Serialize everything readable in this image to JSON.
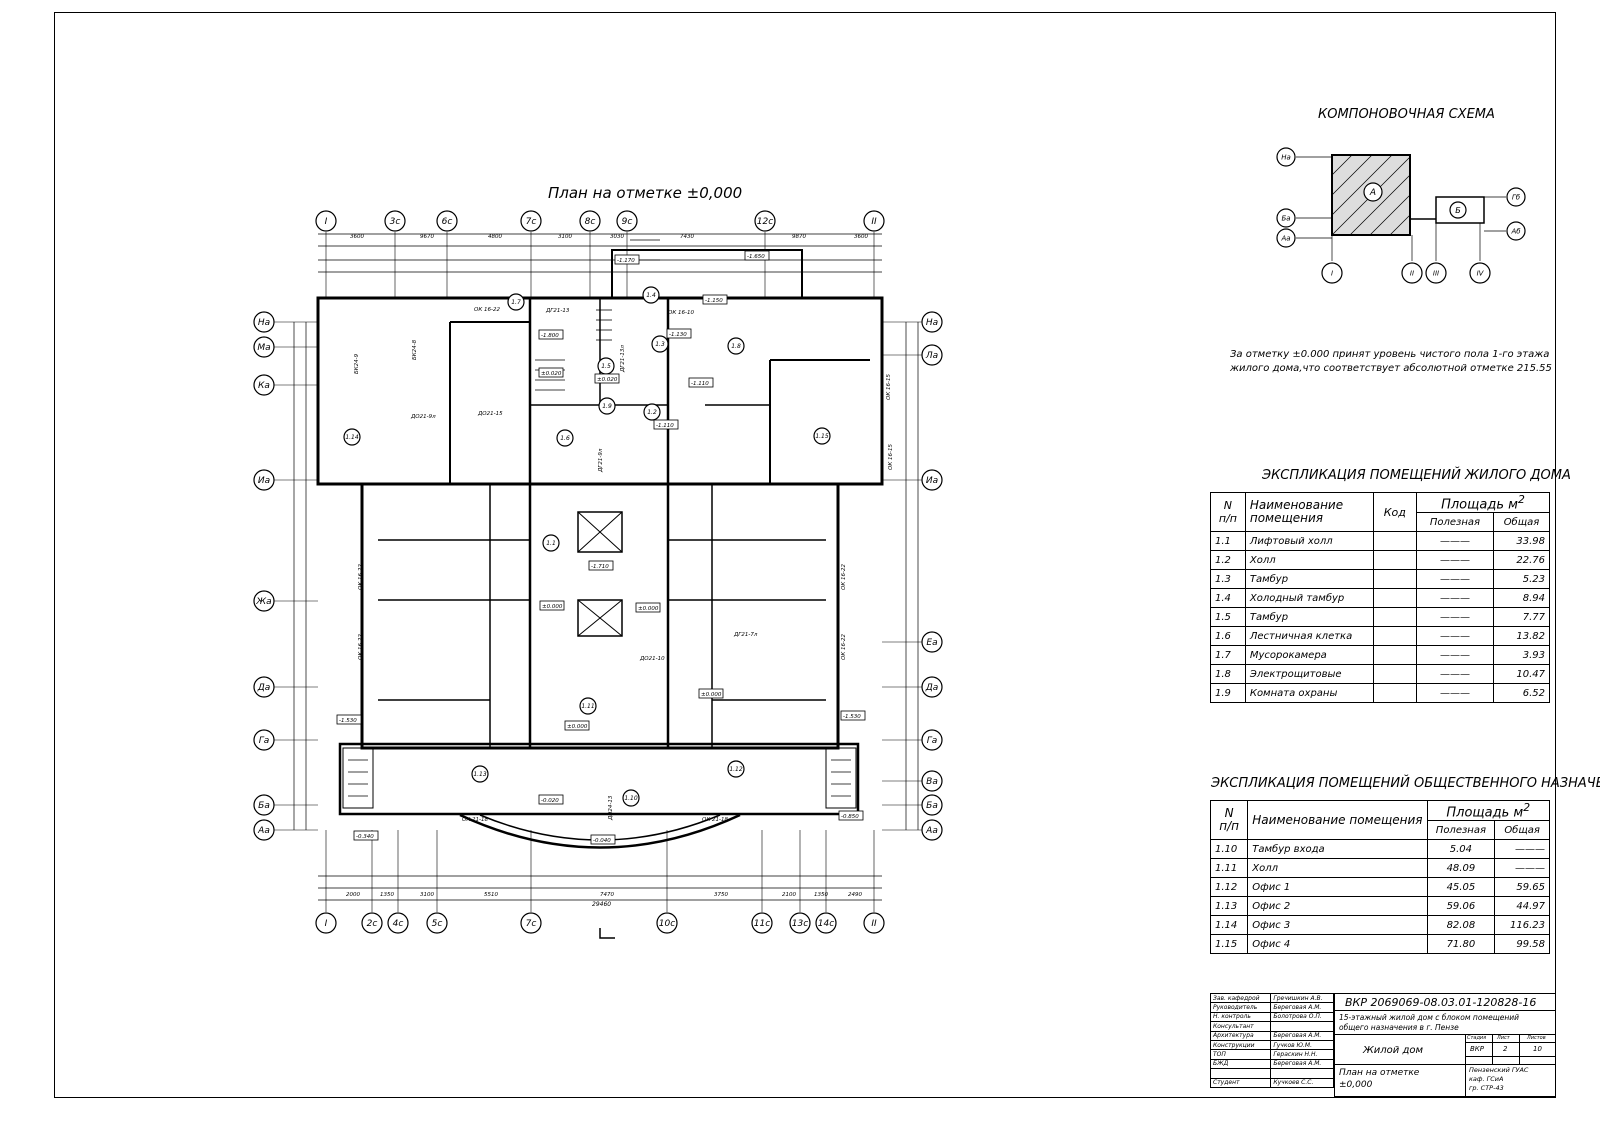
{
  "plan": {
    "title": "План на отметке ±0,000",
    "axes_top": [
      "I",
      "3с",
      "6с",
      "7с",
      "8с",
      "9с",
      "12с",
      "II"
    ],
    "axes_bottom": [
      "I",
      "2с",
      "4с",
      "5с",
      "7с",
      "10с",
      "11с",
      "13с",
      "14с",
      "II"
    ],
    "axes_left": [
      "На",
      "Ма",
      "Ка",
      "Иа",
      "Жа",
      "Да",
      "Га",
      "Ба",
      "Аа"
    ],
    "axes_right": [
      "На",
      "Ла",
      "Иа",
      "Еа",
      "Да",
      "Га",
      "Ва",
      "Ба",
      "Аа"
    ],
    "rooms": [
      "1.1",
      "1.2",
      "1.3",
      "1.4",
      "1.5",
      "1.6",
      "1.7",
      "1.8",
      "1.9",
      "1.10",
      "1.11",
      "1.12",
      "1.13",
      "1.14",
      "1.15"
    ],
    "dims_top": [
      "3600",
      "9670",
      "4800",
      "3100",
      "3030",
      "7430",
      "9870",
      "3600"
    ],
    "dims_bottom": [
      "2000",
      "1350",
      "3100",
      "5510",
      "7470",
      "3750",
      "2100",
      "1350",
      "2490"
    ],
    "total_width": "29460",
    "levels": [
      "-1.800",
      "±0.020",
      "±0.020",
      "-1.130",
      "-1.110",
      "-1.110",
      "±0.000",
      "±0.000",
      "-1.710",
      "±0.000",
      "-0.020",
      "-0.340",
      "-0.850",
      "-1.530",
      "-1.530",
      "-0.040",
      "±0.000",
      "-1.650",
      "-1.170",
      "-1.150"
    ],
    "windows": [
      "ОК 16-22",
      "ОК 16-10",
      "ОК 16-15",
      "ОК 16-22",
      "ОК 16-22",
      "ОК 16-22",
      "ОК 16-22",
      "ОК 21-18",
      "ОК 21-18",
      "ОК 16-15"
    ],
    "doors": [
      "ДО21-9л",
      "ДО21-15",
      "ДО21-10",
      "ДГ21-13",
      "ДГ21-9л",
      "ДГ21-13л",
      "БК24-9",
      "БК24-8",
      "ДГ21-7л",
      "ДН24-13"
    ]
  },
  "layout_scheme": {
    "title": "КОМПОНОВОЧНАЯ СХЕМА",
    "blocks": [
      "А",
      "Б"
    ],
    "axes_left": [
      "На",
      "Ба",
      "Аа"
    ],
    "axes_right": [
      "Гб",
      "Аб"
    ],
    "axes_bottom": [
      "I",
      "II",
      "III",
      "IV"
    ]
  },
  "note": {
    "line1": "За отметку  ±0.000 принят уровень чистого пола  1-го этажа",
    "line2": "жилого дома,что соответствует абсолютной отметке 215.55"
  },
  "residential_table": {
    "title": "ЭКСПЛИКАЦИЯ ПОМЕЩЕНИЙ ЖИЛОГО ДОМА",
    "head_n": "N",
    "head_pp": "п/п",
    "head_name1": "Наименование",
    "head_name2": "помещения",
    "head_code": "Код",
    "head_area": "Площадь м",
    "head_sup": "2",
    "head_useful": "Полезная",
    "head_total": "Общая",
    "rows": [
      {
        "n": "1.1",
        "name": "Лифтовый холл",
        "useful": "———",
        "total": "33.98"
      },
      {
        "n": "1.2",
        "name": "Холл",
        "useful": "———",
        "total": "22.76"
      },
      {
        "n": "1.3",
        "name": "Тамбур",
        "useful": "———",
        "total": "5.23"
      },
      {
        "n": "1.4",
        "name": "Холодный тамбур",
        "useful": "———",
        "total": "8.94"
      },
      {
        "n": "1.5",
        "name": "Тамбур",
        "useful": "———",
        "total": "7.77"
      },
      {
        "n": "1.6",
        "name": "Лестничная клетка",
        "useful": "———",
        "total": "13.82"
      },
      {
        "n": "1.7",
        "name": "Мусорокамера",
        "useful": "———",
        "total": "3.93"
      },
      {
        "n": "1.8",
        "name": "Электрощитовые",
        "useful": "———",
        "total": "10.47"
      },
      {
        "n": "1.9",
        "name": "Комната охраны",
        "useful": "———",
        "total": "6.52"
      }
    ]
  },
  "public_table": {
    "title": "ЭКСПЛИКАЦИЯ ПОМЕЩЕНИЙ ОБЩЕСТВЕННОГО НАЗНАЧЕНИЯ",
    "head_n": "N",
    "head_pp": "п/п",
    "head_name": "Наименование помещения",
    "head_area": "Площадь м",
    "head_sup": "2",
    "head_useful": "Полезная",
    "head_total": "Общая",
    "rows": [
      {
        "n": "1.10",
        "name": "Тамбур входа",
        "useful": "5.04",
        "total": "———"
      },
      {
        "n": "1.11",
        "name": "Холл",
        "useful": "48.09",
        "total": "———"
      },
      {
        "n": "1.12",
        "name": "Офис 1",
        "useful": "45.05",
        "total": "59.65"
      },
      {
        "n": "1.13",
        "name": "Офис 2",
        "useful": "59.06",
        "total": "44.97"
      },
      {
        "n": "1.14",
        "name": "Офис 3",
        "useful": "82.08",
        "total": "116.23"
      },
      {
        "n": "1.15",
        "name": "Офис 4",
        "useful": "71.80",
        "total": "99.58"
      }
    ]
  },
  "stamp": {
    "code": "ВКР 2069069-08.03.01-120828-16",
    "desc1": "15-этажный жилой дом с блоком помещений",
    "desc2": "общего назначения в г. Пензе",
    "building": "Жилой дом",
    "sheet_title1": "План на отметке",
    "sheet_title2": "±0,000",
    "stage_h": "Стадия",
    "sheet_h": "Лист",
    "sheets_h": "Листов",
    "stage": "ВКР",
    "sheet": "2",
    "sheets": "10",
    "org1": "Пензенский ГУАС",
    "org2": "каф. ГСиА",
    "org3": "гр. СТР-43",
    "people": [
      {
        "role": "Зав. кафедрой",
        "name": "Гречишкин А.В."
      },
      {
        "role": "Руководитель",
        "name": "Береговая А.М."
      },
      {
        "role": "Н. контроль",
        "name": "Болотрова О.П."
      },
      {
        "role": "Консультант",
        "name": ""
      },
      {
        "role": "Архитектура",
        "name": "Береговая А.М."
      },
      {
        "role": "Конструкции",
        "name": "Гучков Ю.М."
      },
      {
        "role": "ТОП",
        "name": "Гераскин Н.Н."
      },
      {
        "role": "БЖД",
        "name": "Береговая А.М."
      },
      {
        "role": "",
        "name": ""
      },
      {
        "role": "Студент",
        "name": "Кучкоев С.С."
      }
    ]
  }
}
